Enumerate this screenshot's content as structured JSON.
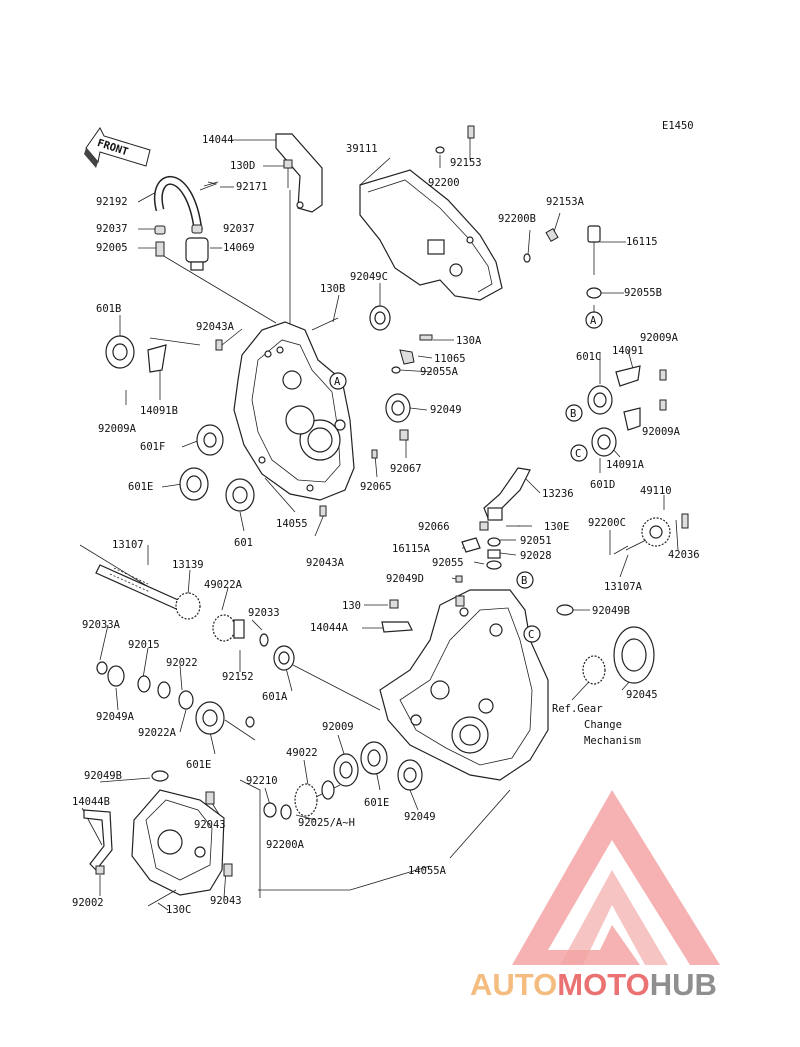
{
  "diagram_code": "E1450",
  "front_arrow": "FRONT",
  "ref_note": [
    "Ref.Gear",
    "Change",
    "Mechanism"
  ],
  "markers": [
    "A",
    "A",
    "B",
    "C",
    "B",
    "C"
  ],
  "labels": [
    "14044",
    "130D",
    "92171",
    "92192",
    "92037",
    "92037",
    "92005",
    "14069",
    "39111",
    "92153",
    "92200",
    "92200B",
    "92153A",
    "16115",
    "92055B",
    "130B",
    "92049C",
    "601B",
    "92043A",
    "130A",
    "11065",
    "92055A",
    "14091B",
    "92009A",
    "92049",
    "601F",
    "92067",
    "601E",
    "92065",
    "601",
    "14055",
    "92043A",
    "14091",
    "92009A",
    "601C",
    "92009A",
    "14091A",
    "601D",
    "49110",
    "13236",
    "92066",
    "130E",
    "16115A",
    "92051",
    "92028",
    "92055",
    "92049D",
    "92200C",
    "42036",
    "13107A",
    "13107",
    "13139",
    "49022A",
    "92033",
    "92033A",
    "92015",
    "92022",
    "92152",
    "601A",
    "92049A",
    "92022A",
    "601E",
    "130",
    "14044A",
    "92049B",
    "92045",
    "92009",
    "49022",
    "92210",
    "92025/A~H",
    "92200A",
    "601E",
    "92049",
    "92049B",
    "14044B",
    "92043",
    "92002",
    "130C",
    "92043",
    "14055A"
  ],
  "watermark": {
    "part1": "AUTO",
    "part2": "MOTO",
    "part3": "HUB"
  },
  "colors": {
    "wm_orange": "#f5b97a",
    "wm_red": "#e96b6b",
    "wm_grey": "#8a8a8a",
    "wm_pink": "#f3a0a0"
  }
}
